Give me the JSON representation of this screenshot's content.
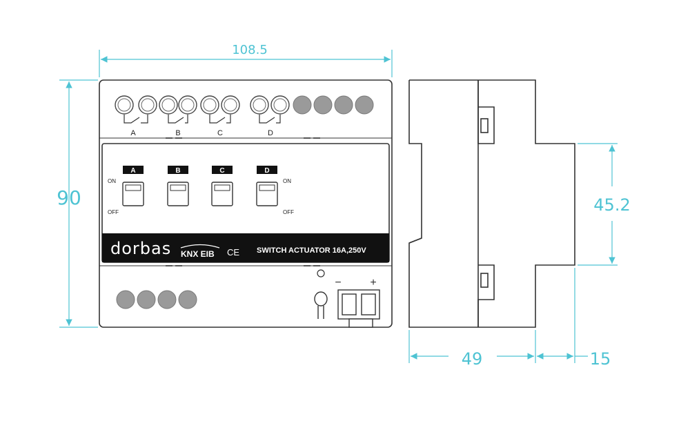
{
  "dimensions": {
    "width": "108.5",
    "height": "90",
    "depth": "49",
    "offset": "15",
    "front_height": "45.2"
  },
  "channels": [
    {
      "terminal_label": "A",
      "switch_label": "A"
    },
    {
      "terminal_label": "B",
      "switch_label": "B"
    },
    {
      "terminal_label": "C",
      "switch_label": "C"
    },
    {
      "terminal_label": "D",
      "switch_label": "D"
    }
  ],
  "switch_states": {
    "on": "ON",
    "off": "OFF"
  },
  "brand": {
    "name": "dorbas",
    "bus": "KNX EIB",
    "mark": "CE",
    "product": "SWITCH ACTUATOR 16A,250V"
  },
  "bus_terminal": {
    "minus": "−",
    "plus": "+"
  },
  "colors": {
    "dimension": "#4ec3d3",
    "outline": "#333333",
    "label_band": "#111111",
    "terminal_filled": "#9a9a9a"
  }
}
